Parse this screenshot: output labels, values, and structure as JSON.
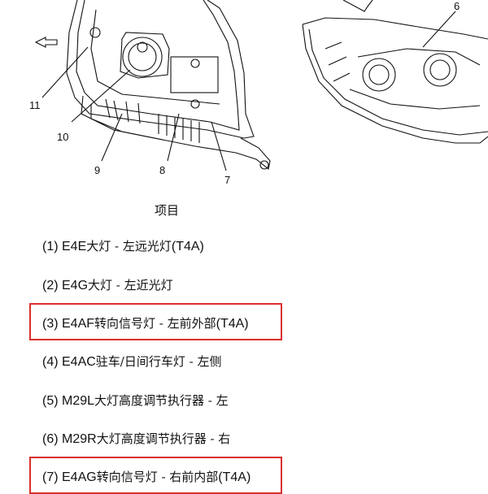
{
  "callouts": [
    "6",
    "7",
    "8",
    "9",
    "10",
    "11"
  ],
  "heading": "项目",
  "items": [
    {
      "num": "(1)",
      "code": "E4E",
      "desc": "大灯 - 左远光灯",
      "tail": "(T4A)",
      "highlighted": false
    },
    {
      "num": "(2)",
      "code": "E4G",
      "desc": "大灯 - 左近光灯",
      "tail": "",
      "highlighted": false
    },
    {
      "num": "(3)",
      "code": "E4AF",
      "desc": "转向信号灯 - 左前外部",
      "tail": "(T4A)",
      "highlighted": true
    },
    {
      "num": "(4)",
      "code": "E4AC",
      "desc": "驻车/日间行车灯 - 左侧",
      "tail": "",
      "highlighted": false
    },
    {
      "num": "(5)",
      "code": "M29L",
      "desc": "大灯高度调节执行器 - 左",
      "tail": "",
      "highlighted": false
    },
    {
      "num": "(6)",
      "code": "M29R",
      "desc": "大灯高度调节执行器 - 右",
      "tail": "",
      "highlighted": false
    },
    {
      "num": "(7)",
      "code": "E4AG",
      "desc": "转向信号灯 - 右前内部",
      "tail": "(T4A)",
      "highlighted": true
    }
  ],
  "colors": {
    "highlight": "#d9302c",
    "line": "#111111"
  }
}
